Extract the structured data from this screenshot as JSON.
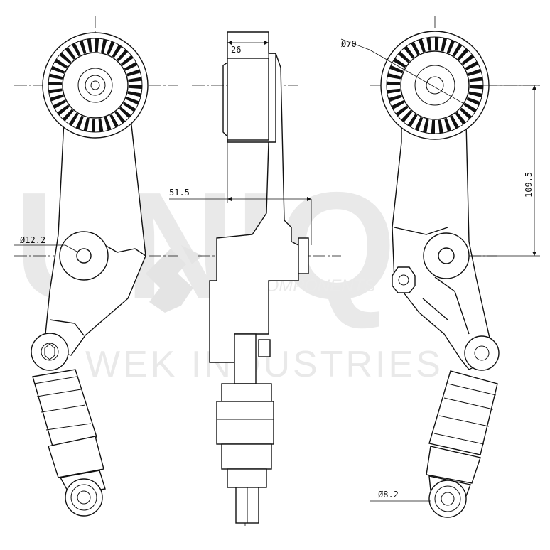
{
  "watermark": {
    "brand": "UNIQ",
    "subtitle": "WEK INDUSTRIES",
    "partner": "AUTOCOMPONENTS"
  },
  "dimensions": {
    "pulley_width": "26",
    "offset": "51.5",
    "pulley_diameter": "Ø70",
    "pivot_bore": "Ø12.2",
    "arm_length": "109.5",
    "mount_bore": "Ø8.2"
  }
}
